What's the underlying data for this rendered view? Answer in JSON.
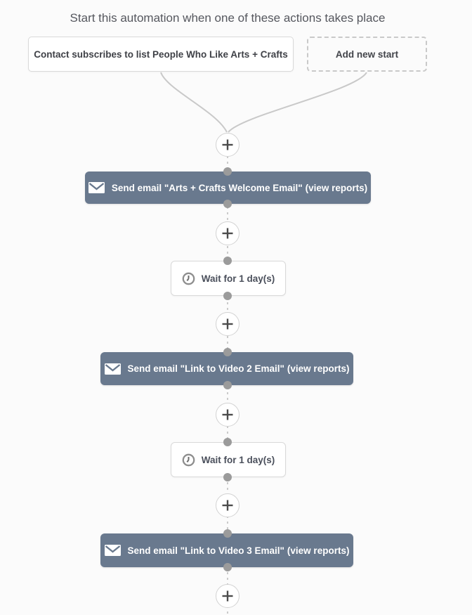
{
  "header": {
    "title": "Start this automation when one of these actions takes place"
  },
  "triggers": {
    "existing": {
      "label": "Contact subscribes to list People Who Like Arts + Crafts"
    },
    "add_new": {
      "label": "Add new start"
    }
  },
  "flow": {
    "nodes": [
      {
        "type": "email",
        "icon": "envelope-icon",
        "label": "Send email \"Arts + Crafts Welcome Email\"",
        "reports_label": "(view reports)"
      },
      {
        "type": "wait",
        "icon": "clock-icon",
        "label": "Wait for 1 day(s)"
      },
      {
        "type": "email",
        "icon": "envelope-icon",
        "label": "Send email \"Link to Video 2 Email\"",
        "reports_label": "(view reports)"
      },
      {
        "type": "wait",
        "icon": "clock-icon",
        "label": "Wait for 1 day(s)"
      },
      {
        "type": "email",
        "icon": "envelope-icon",
        "label": "Send email \"Link to Video 3 Email\"",
        "reports_label": "(view reports)"
      }
    ],
    "add_step_icon": "plus-icon"
  },
  "colors": {
    "canvas_bg": "#fbfbfb",
    "email_node_bg": "#69798e",
    "connector": "#c9c9c9",
    "dot": "#9b9b9b",
    "wait_text": "#4a4f5b"
  }
}
